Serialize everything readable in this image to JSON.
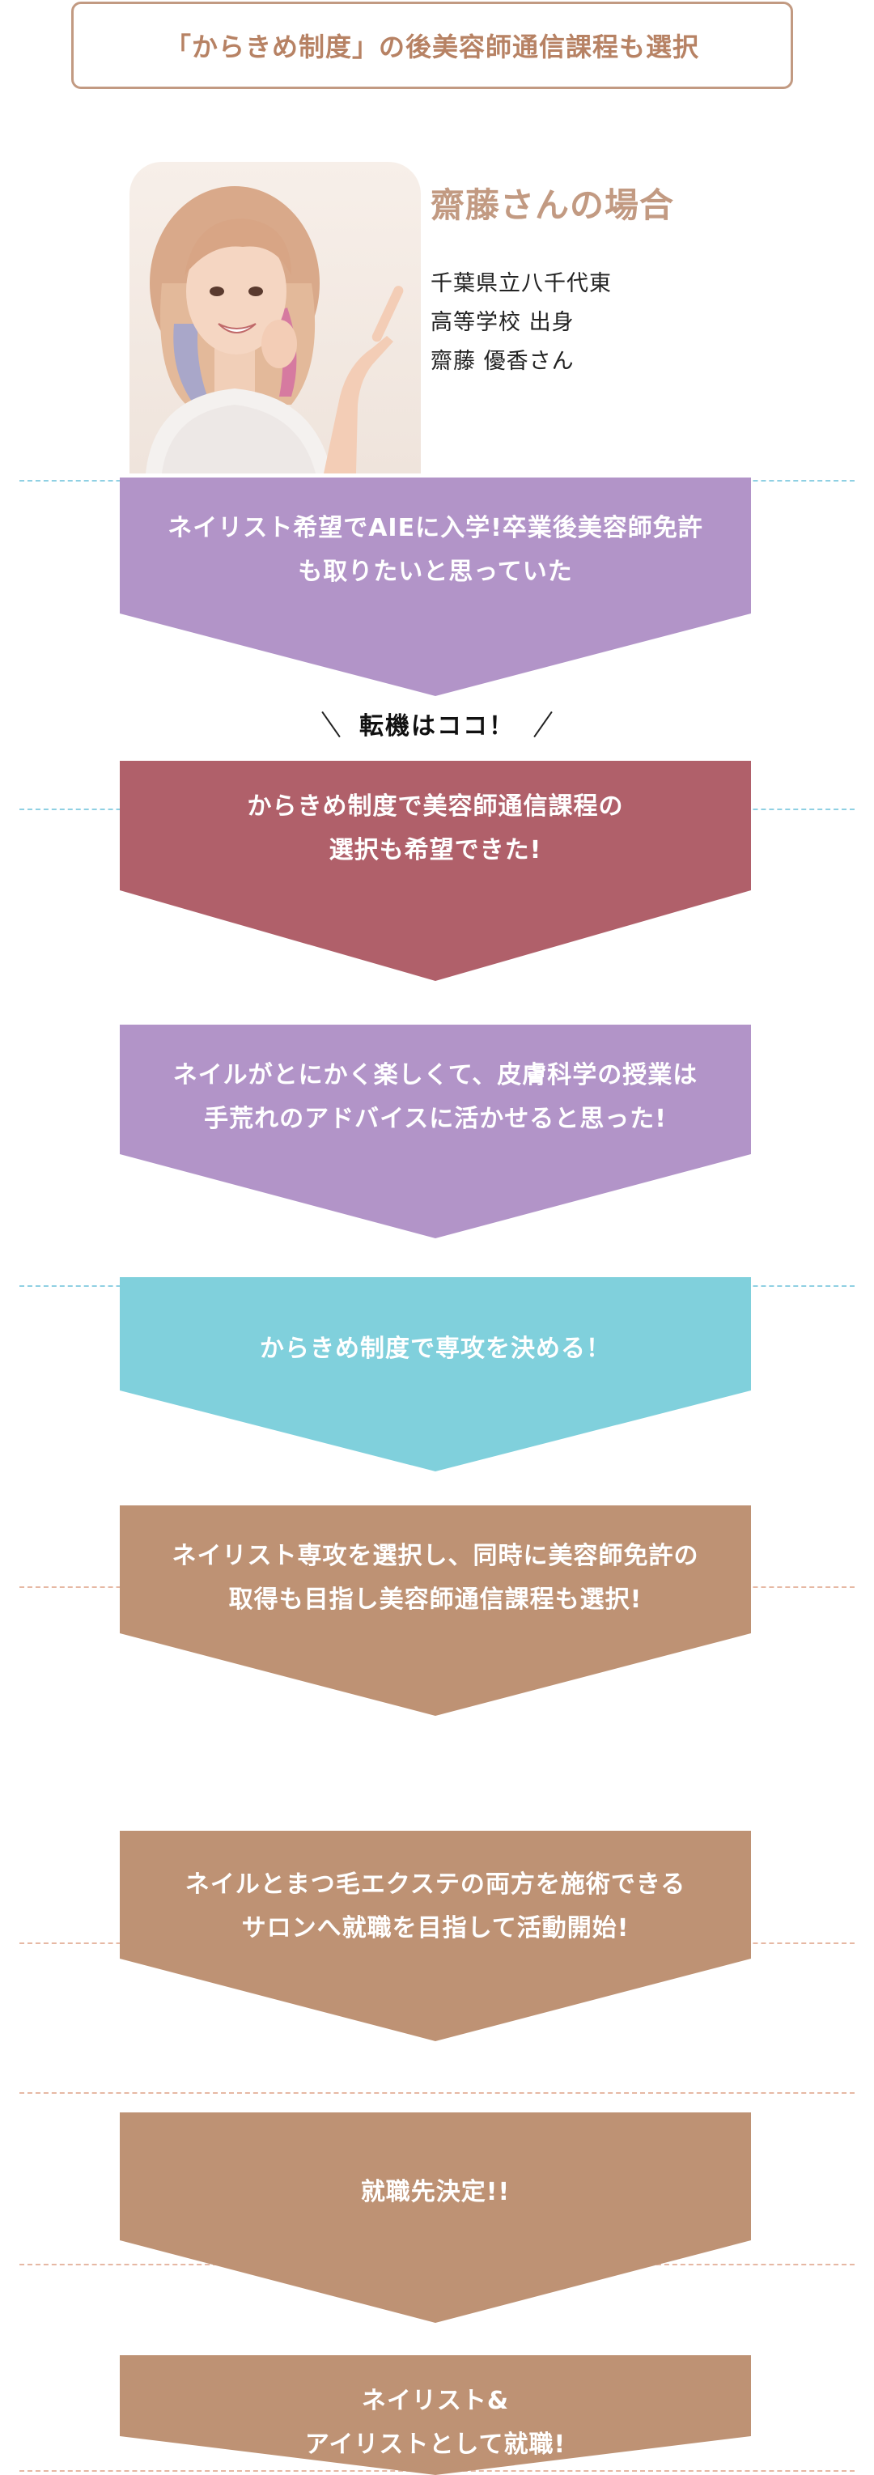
{
  "title": "「からきめ制度」の後美容師通信課程も選択",
  "profile": {
    "name": "齋藤さんの場合",
    "lines": [
      "千葉県立八千代東",
      "高等学校 出身",
      "齋藤 優香さん"
    ]
  },
  "turning_point": "転機はココ！",
  "colors": {
    "purple": "#b294c8",
    "red": "#b0606a",
    "cyan": "#80d0dc",
    "tan": "#be9274"
  },
  "steps": [
    {
      "text": "ネイリスト希望でAIEに入学!卒業後美容師免許\nも取りたいと思っていた",
      "color": "purple"
    },
    {
      "text": "からきめ制度で美容師通信課程の\n選択も希望できた!",
      "color": "red"
    },
    {
      "text": "ネイルがとにかく楽しくて、皮膚科学の授業は\n手荒れのアドバイスに活かせると思った!",
      "color": "purple"
    },
    {
      "text": "からきめ制度で専攻を決める！",
      "color": "cyan"
    },
    {
      "text": "ネイリスト専攻を選択し、同時に美容師免許の\n取得も目指し美容師通信課程も選択!",
      "color": "tan"
    },
    {
      "text": "ネイルとまつ毛エクステの両方を施術できる\nサロンへ就職を目指して活動開始!",
      "color": "tan"
    },
    {
      "text": "就職先決定!!",
      "color": "tan"
    },
    {
      "text": "ネイリスト&\nアイリストとして就職!",
      "color": "tan"
    }
  ]
}
